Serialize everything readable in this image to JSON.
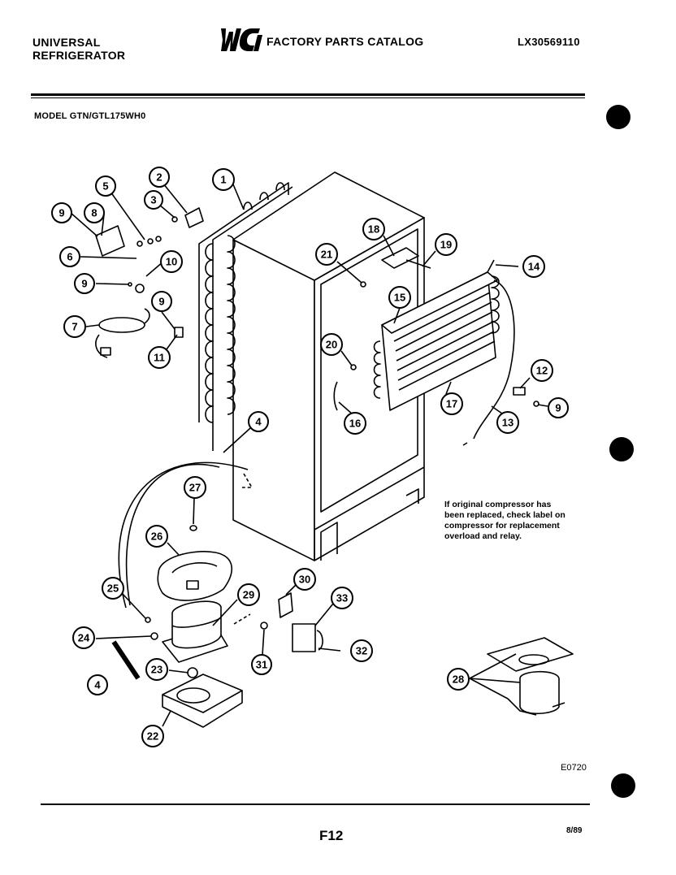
{
  "header": {
    "company_line1": "UNIVERSAL",
    "company_line2": "REFRIGERATOR",
    "catalog_title": "FACTORY PARTS CATALOG",
    "logo_text": "WCI",
    "document_number": "LX30569110"
  },
  "model": "MODEL GTN/GTL175WH0",
  "note": {
    "line1": "If original compressor has",
    "line2": "been replaced, check label on",
    "line3": "compressor for replacement",
    "line4": "overload and relay."
  },
  "figure_code": "E0720",
  "footer": {
    "page": "F12",
    "date": "8/89"
  },
  "callouts": [
    {
      "label": "1"
    },
    {
      "label": "2"
    },
    {
      "label": "3"
    },
    {
      "label": "5"
    },
    {
      "label": "9"
    },
    {
      "label": "8"
    },
    {
      "label": "6"
    },
    {
      "label": "10"
    },
    {
      "label": "9"
    },
    {
      "label": "9"
    },
    {
      "label": "7"
    },
    {
      "label": "11"
    },
    {
      "label": "18"
    },
    {
      "label": "19"
    },
    {
      "label": "21"
    },
    {
      "label": "14"
    },
    {
      "label": "15"
    },
    {
      "label": "20"
    },
    {
      "label": "12"
    },
    {
      "label": "9"
    },
    {
      "label": "16"
    },
    {
      "label": "17"
    },
    {
      "label": "13"
    },
    {
      "label": "4"
    },
    {
      "label": "27"
    },
    {
      "label": "26"
    },
    {
      "label": "30"
    },
    {
      "label": "33"
    },
    {
      "label": "25"
    },
    {
      "label": "29"
    },
    {
      "label": "24"
    },
    {
      "label": "32"
    },
    {
      "label": "31"
    },
    {
      "label": "23"
    },
    {
      "label": "4"
    },
    {
      "label": "28"
    },
    {
      "label": "22"
    }
  ]
}
